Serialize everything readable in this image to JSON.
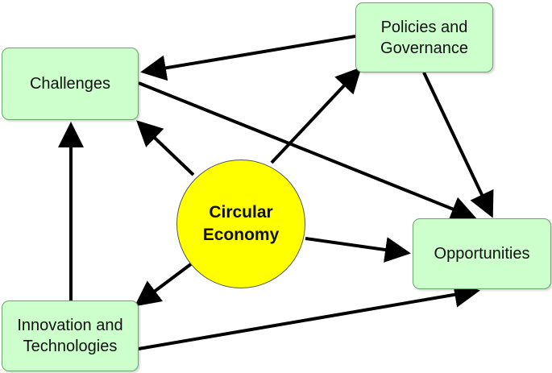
{
  "diagram": {
    "center": {
      "label": "Circular\nEconomy"
    },
    "nodes": {
      "challenges": "Challenges",
      "policies": "Policies and\nGovernance",
      "opportunities": "Opportunities",
      "innovation": "Innovation and\nTechnologies"
    },
    "edges": [
      {
        "from": "Circular Economy",
        "to": "Challenges"
      },
      {
        "from": "Circular Economy",
        "to": "Policies and Governance"
      },
      {
        "from": "Circular Economy",
        "to": "Opportunities"
      },
      {
        "from": "Circular Economy",
        "to": "Innovation and Technologies"
      },
      {
        "from": "Policies and Governance",
        "to": "Challenges"
      },
      {
        "from": "Policies and Governance",
        "to": "Opportunities"
      },
      {
        "from": "Challenges",
        "to": "Opportunities"
      },
      {
        "from": "Innovation and Technologies",
        "to": "Challenges"
      },
      {
        "from": "Innovation and Technologies",
        "to": "Opportunities"
      }
    ],
    "colors": {
      "center_fill": "#ffff00",
      "node_fill": "#ccffcc",
      "node_border": "#6aa56a",
      "arrow": "#000000"
    }
  }
}
